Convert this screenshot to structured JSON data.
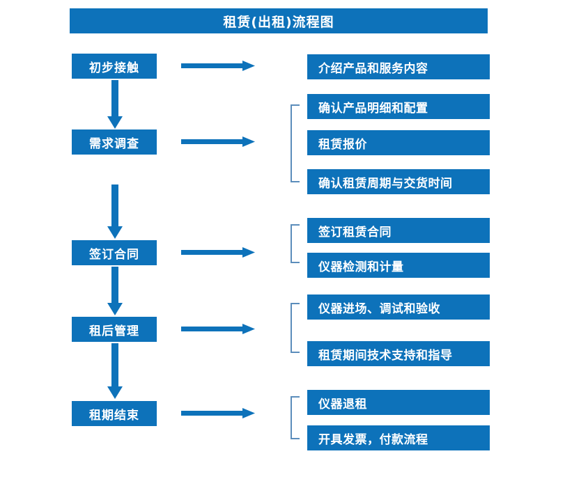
{
  "title": "租赁(出租)流程图",
  "colors": {
    "box_fill": "#0d72ba",
    "box_text": "#ffffff",
    "arrow": "#0d72ba",
    "bracket": "#5b8dbb",
    "background": "#ffffff"
  },
  "chart_data": {
    "type": "diagram",
    "title": "租赁(出租)流程图",
    "orientation": "vertical-left-spine-with-right-detail-groups",
    "stages": [
      {
        "stage": "初步接触",
        "details": [
          "介绍产品和服务内容"
        ],
        "bracketed": false
      },
      {
        "stage": "需求调查",
        "details": [
          "确认产品明细和配置",
          "租赁报价",
          "确认租赁周期与交货时间"
        ],
        "bracketed": true
      },
      {
        "stage": "签订合同",
        "details": [
          "签订租赁合同",
          "仪器检测和计量"
        ],
        "bracketed": true
      },
      {
        "stage": "租后管理",
        "details": [
          "仪器进场、调试和验收",
          "租赁期间技术支持和指导"
        ],
        "bracketed": true
      },
      {
        "stage": "租期结束",
        "details": [
          "仪器退租",
          "开具发票，付款流程"
        ],
        "bracketed": true
      }
    ]
  },
  "left_nodes": [
    {
      "label": "初步接触"
    },
    {
      "label": "需求调查"
    },
    {
      "label": "签订合同"
    },
    {
      "label": "租后管理"
    },
    {
      "label": "租期结束"
    }
  ],
  "right_nodes": [
    {
      "label": "介绍产品和服务内容"
    },
    {
      "label": "确认产品明细和配置"
    },
    {
      "label": "租赁报价"
    },
    {
      "label": "确认租赁周期与交货时间"
    },
    {
      "label": "签订租赁合同"
    },
    {
      "label": "仪器检测和计量"
    },
    {
      "label": "仪器进场、调试和验收"
    },
    {
      "label": "租赁期间技术支持和指导"
    },
    {
      "label": "仪器退租"
    },
    {
      "label": "开具发票，付款流程"
    }
  ]
}
